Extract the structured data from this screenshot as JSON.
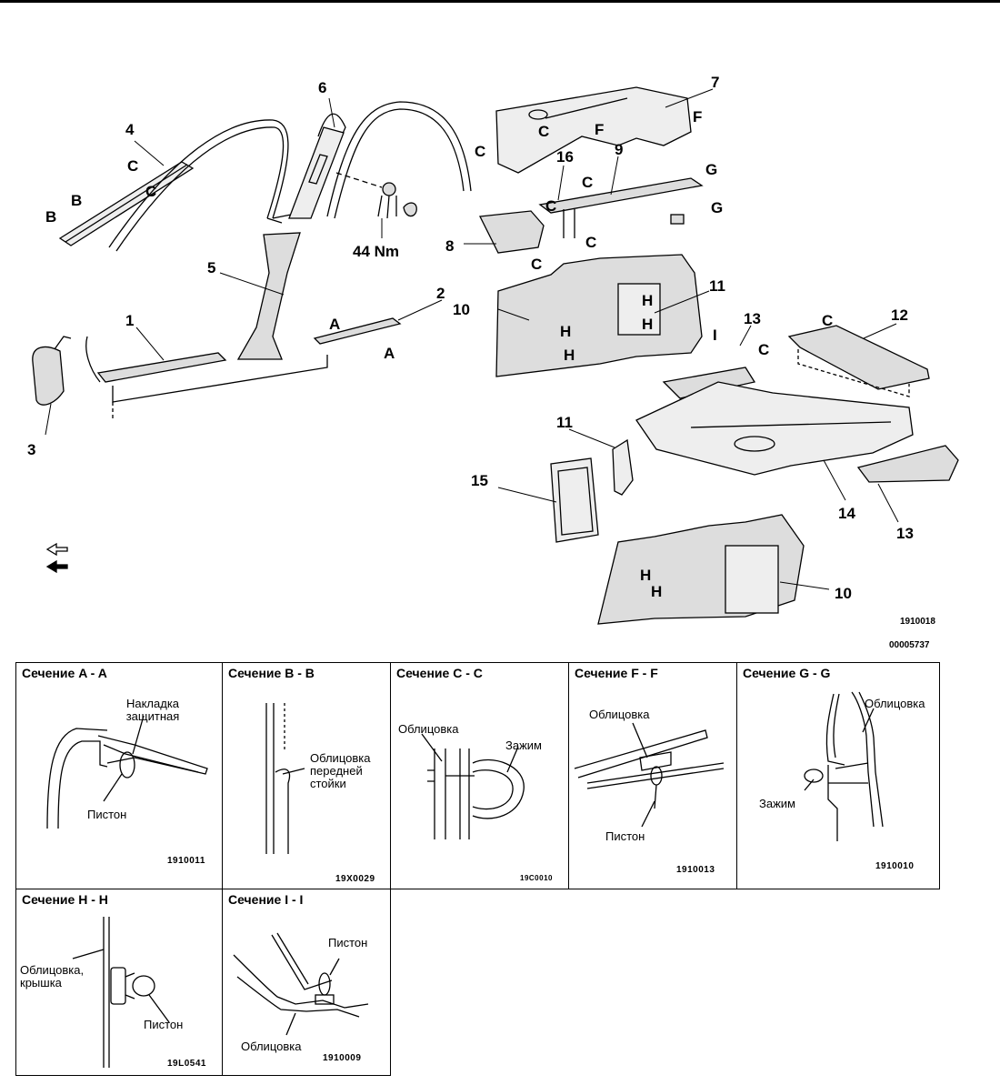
{
  "parts": {
    "p1": "1",
    "p2": "2",
    "p3": "3",
    "p4": "4",
    "p5": "5",
    "p6": "6",
    "p7": "7",
    "p8": "8",
    "p9": "9",
    "p10a": "10",
    "p10b": "10",
    "p11a": "11",
    "p11b": "11",
    "p12": "12",
    "p13a": "13",
    "p13b": "13",
    "p14": "14",
    "p15": "15",
    "p16": "16"
  },
  "section_marks": {
    "A": "A",
    "B": "B",
    "C": "C",
    "F": "F",
    "G": "G",
    "H": "H",
    "I": "I"
  },
  "torque": "44 Nm",
  "figure_codes": {
    "main": "1910018",
    "doc": "00005737"
  },
  "sections": [
    {
      "title": "Сечение A - A",
      "code": "1910011",
      "labels": [
        "Накладка защитная",
        "Пистон"
      ]
    },
    {
      "title": "Сечение B - B",
      "code": "19X0029",
      "labels": [
        "Облицовка передней стойки"
      ]
    },
    {
      "title": "Сечение C - C",
      "code": "19C0010",
      "labels": [
        "Облицовка",
        "Зажим"
      ]
    },
    {
      "title": "Сечение F - F",
      "code": "1910013",
      "labels": [
        "Облицовка",
        "Пистон"
      ]
    },
    {
      "title": "Сечение G - G",
      "code": "1910010",
      "labels": [
        "Облицовка",
        "Зажим"
      ]
    },
    {
      "title": "Сечение H - H",
      "code": "19L0541",
      "labels": [
        "Облицовка, крышка",
        "Пистон"
      ]
    },
    {
      "title": "Сечение I - I",
      "code": "1910009",
      "labels": [
        "Пистон",
        "Облицовка"
      ]
    }
  ]
}
